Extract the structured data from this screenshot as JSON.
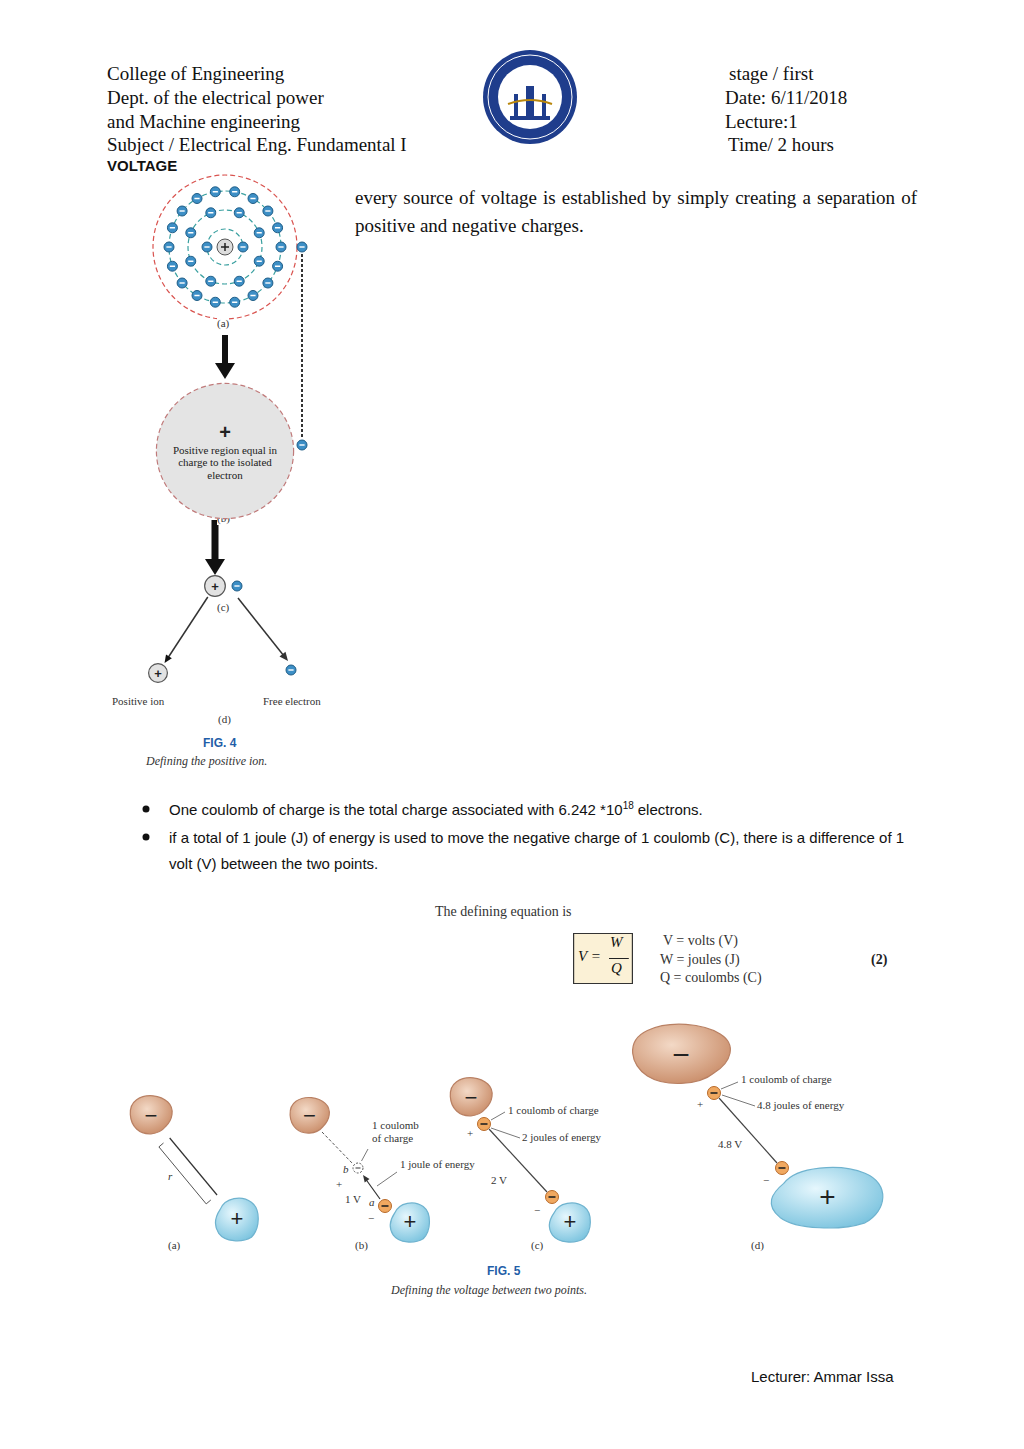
{
  "diagram": {
    "title": "VOLTAGE",
    "nodes": [
      {
        "text": [
          "+",
          "Positive region equal in charge to the isolated electron"
        ]
      },
      {
        "text": [
          "+"
        ]
      },
      {
        "text": [
          "+"
        ]
      },
      {
        "text": [
          "V =",
          "W",
          "Q"
        ]
      },
      {
        "text": [
          "−"
        ]
      },
      {
        "text": [
          "+"
        ]
      },
      {
        "text": [
          "−"
        ]
      },
      {
        "text": [
          "+"
        ]
      },
      {
        "text": [
          "−"
        ]
      },
      {
        "text": [
          "+"
        ]
      },
      {
        "text": [
          "−"
        ]
      },
      {
        "text": [
          "+"
        ]
      }
    ],
    "edges": [
      {
        "from": 0,
        "to": 1,
        "arrow": "to"
      },
      {
        "from": 1,
        "to": 2,
        "arrow": "to"
      },
      {
        "from": 4,
        "to": 5,
        "arrow": "none"
      }
    ],
    "labels": [
      "College of Engineering",
      "Dept. of the electrical power",
      "and Machine engineering",
      "Subject / Electrical Eng. Fundamental I",
      "stage / first",
      "Date: 6/11/2018",
      "Lecture:1",
      "Time/ 2 hours",
      "every source of voltage is established by simply creating a separation of positive and negative charges.",
      "(a)",
      "(b)",
      "(c)",
      "Positive ion",
      "Free electron",
      "(d)",
      "FIG. 4",
      "Defining the positive ion.",
      "One coulomb of charge is the total charge associated with 6.242 *10",
      "18",
      "electrons.",
      "if a total of 1 joule (J) of energy is used to move the negative charge of 1 coulomb (C), there is a difference of 1 volt (V) between the two points.",
      "The defining equation is",
      "V = volts (V)",
      "W = joules (J)",
      "Q = coulombs (C)",
      "(2)",
      "r",
      "(a)",
      "1 coulomb of charge",
      "1 joule of energy",
      "b",
      "a",
      "+",
      "1 V",
      "−",
      "(b)",
      "1 coulomb of charge",
      "2 joules of energy",
      "+",
      "2 V",
      "−",
      "(c)",
      "1 coulomb of charge",
      "4.8 joules of energy",
      "+",
      "4.8 V",
      "−",
      "(d)",
      "FIG. 5",
      "Defining the voltage between two points.",
      "Lecturer: Ammar Issa"
    ]
  }
}
